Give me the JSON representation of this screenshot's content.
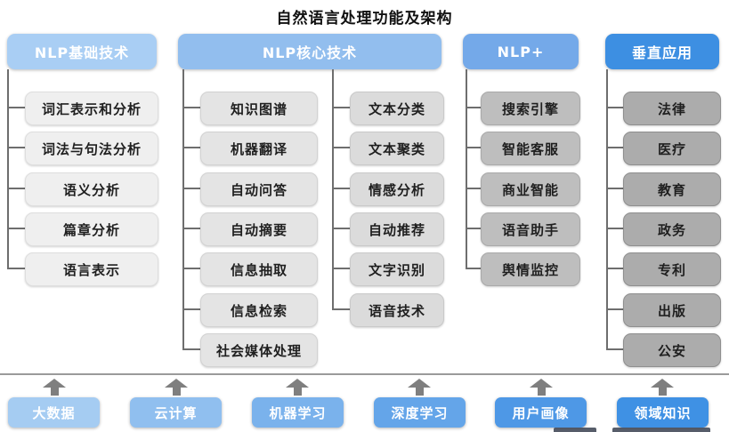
{
  "title": "自然语言处理功能及架构",
  "columns": [
    {
      "header": "NLP基础技术",
      "items": [
        "词汇表示和分析",
        "词法与句法分析",
        "语义分析",
        "篇章分析",
        "语言表示"
      ]
    },
    {
      "header": "NLP核心技术",
      "items_left": [
        "知识图谱",
        "机器翻译",
        "自动问答",
        "自动摘要",
        "信息抽取",
        "信息检索",
        "社会媒体处理"
      ],
      "items_right": [
        "文本分类",
        "文本聚类",
        "情感分析",
        "自动推荐",
        "文字识别",
        "语音技术"
      ]
    },
    {
      "header": "NLP+",
      "items": [
        "搜索引擎",
        "智能客服",
        "商业智能",
        "语音助手",
        "舆情监控"
      ]
    },
    {
      "header": "垂直应用",
      "items": [
        "法律",
        "医疗",
        "教育",
        "政务",
        "专利",
        "出版",
        "公安"
      ]
    }
  ],
  "foundation": {
    "items": [
      "大数据",
      "云计算",
      "机器学习",
      "深度学习",
      "用户画像",
      "领域知识"
    ]
  },
  "colors": {
    "header_blues": [
      "#a9cef4",
      "#92beee",
      "#74a9e9",
      "#3d8fe2"
    ],
    "item_grays": [
      "#efefef",
      "#e4e4e4",
      "#dbdbdb",
      "#bebebe",
      "#acacac"
    ],
    "foundation_blues": [
      "#a5ccf2",
      "#90bfef",
      "#7ab2ec",
      "#64a5e9",
      "#4e98e6",
      "#3f91e4"
    ],
    "connector_gray": "#6e6e6e",
    "arrow_gray": "#7f7f7f"
  }
}
